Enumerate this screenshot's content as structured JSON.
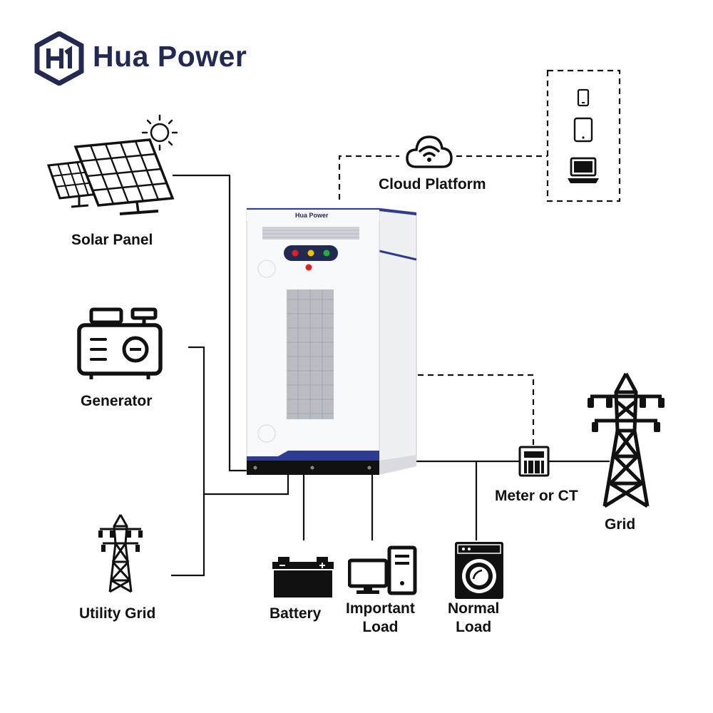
{
  "brand": {
    "name": "Hua Power",
    "cabinet_badge": "Hua Power",
    "colors": {
      "navy": "#232a52",
      "accent_blue": "#2f3b8f",
      "line": "#111111"
    }
  },
  "labels": {
    "solar_panel": "Solar Panel",
    "cloud_platform": "Cloud Platform",
    "generator": "Generator",
    "utility_grid": "Utility Grid",
    "battery": "Battery",
    "important_load_line1": "Important",
    "important_load_line2": "Load",
    "normal_load_line1": "Normal",
    "normal_load_line2": "Load",
    "meter_or_ct": "Meter or CT",
    "grid": "Grid"
  },
  "indicator_colors": [
    "#e02020",
    "#f2c200",
    "#1db233"
  ],
  "icons": [
    "logo-hex-icon",
    "sun-icon",
    "solar-panel-icon",
    "cloud-wifi-icon",
    "phone-icon",
    "tablet-icon",
    "laptop-icon",
    "generator-icon",
    "transmission-tower-icon",
    "battery-icon",
    "desktop-computer-icon",
    "washing-machine-icon",
    "meter-icon"
  ]
}
